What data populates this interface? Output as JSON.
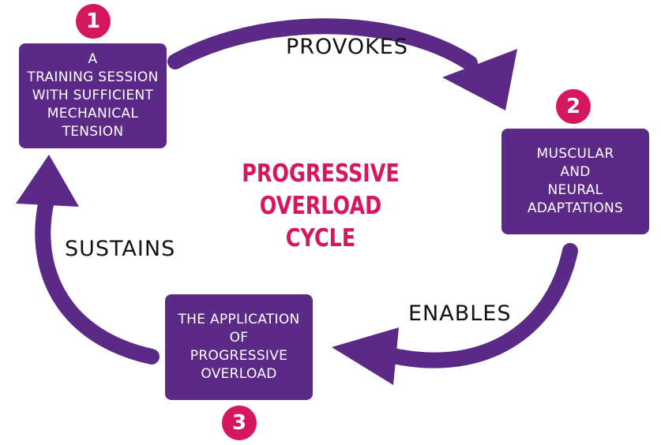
{
  "title": {
    "line1": "PROGRESSIVE OVERLOAD",
    "line2": "CYCLE"
  },
  "steps": [
    {
      "number": "1",
      "text": "A\nTRAINING SESSION\nWITH SUFFICIENT\nMECHANICAL\nTENSION"
    },
    {
      "number": "2",
      "text": "MUSCULAR\nAND\nNEURAL\nADAPTATIONS"
    },
    {
      "number": "3",
      "text": "THE APPLICATION\nOF\nPROGRESSIVE\nOVERLOAD"
    }
  ],
  "connectors": {
    "provokes": "PROVOKES",
    "enables": "ENABLES",
    "sustains": "SUSTAINS"
  },
  "colors": {
    "box": "#5b2a86",
    "arrow": "#5b2a86",
    "accent": "#d4175e"
  }
}
